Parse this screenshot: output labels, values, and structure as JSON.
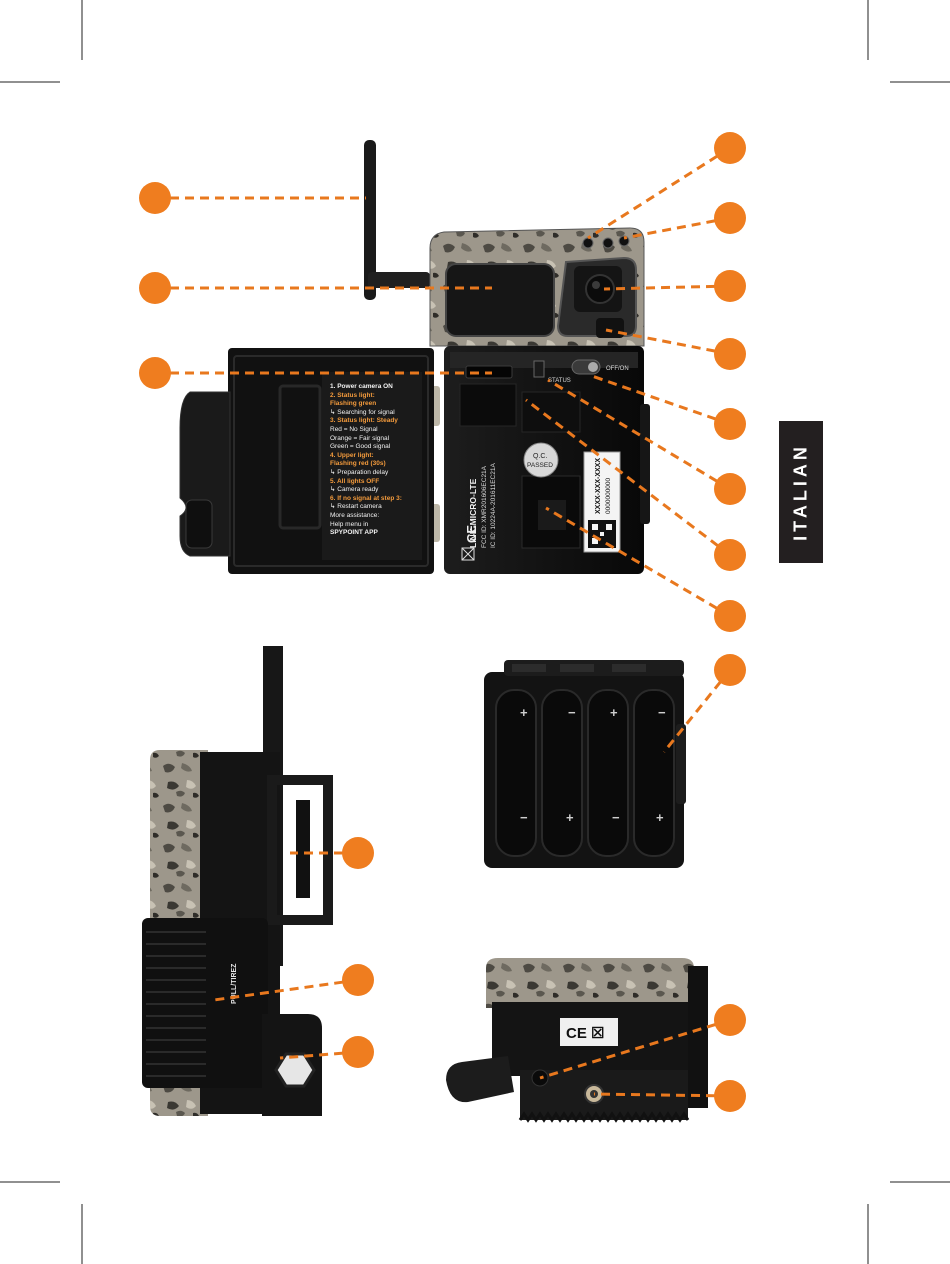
{
  "side_tab": {
    "label": "ITALIAN"
  },
  "door_instructions": [
    {
      "text": "1. Power camera ON",
      "style": "w"
    },
    {
      "text": "2. Status light:",
      "style": "o"
    },
    {
      "text": "Flashing green",
      "style": "o"
    },
    {
      "text": "↳ Searching for signal",
      "style": ""
    },
    {
      "text": "3. Status light: Steady",
      "style": "o"
    },
    {
      "text": "Red = No Signal",
      "style": ""
    },
    {
      "text": "Orange = Fair signal",
      "style": ""
    },
    {
      "text": "Green = Good signal",
      "style": ""
    },
    {
      "text": "4. Upper light:",
      "style": "o"
    },
    {
      "text": "Flashing red (30s)",
      "style": "o"
    },
    {
      "text": "↳ Preparation delay",
      "style": ""
    },
    {
      "text": "5. All lights OFF",
      "style": "o"
    },
    {
      "text": "↳ Camera ready",
      "style": ""
    },
    {
      "text": "6. If no signal at step 3:",
      "style": "o"
    },
    {
      "text": "↳ Restart camera",
      "style": ""
    },
    {
      "text": "More assistance:",
      "style": ""
    },
    {
      "text": "Help menu in",
      "style": ""
    },
    {
      "text": "SPYPOINT APP",
      "style": "w"
    }
  ],
  "device_labels": {
    "model": "LINK-MICRO-LTE",
    "fcc_id": "FCC ID: XMR201606EC21A",
    "ic_id": "IC ID: 10224A-201611EC21A",
    "ce_mark": "CE",
    "qc_sticker_line1": "Q.C.",
    "qc_sticker_line2": "PASSED",
    "serial_line1": "XXXX-XXX-XXXX",
    "serial_line2": "0000000000",
    "status_label": "STATUS",
    "switch_label": "OFF/ON",
    "pull_label": "PULL/TIREZ",
    "bottom_marks": "CE ☒"
  },
  "colors": {
    "callout": "#ef7d1f",
    "tab_background": "#231f20",
    "camo_base": "#9c968a",
    "body_black": "#141414"
  }
}
